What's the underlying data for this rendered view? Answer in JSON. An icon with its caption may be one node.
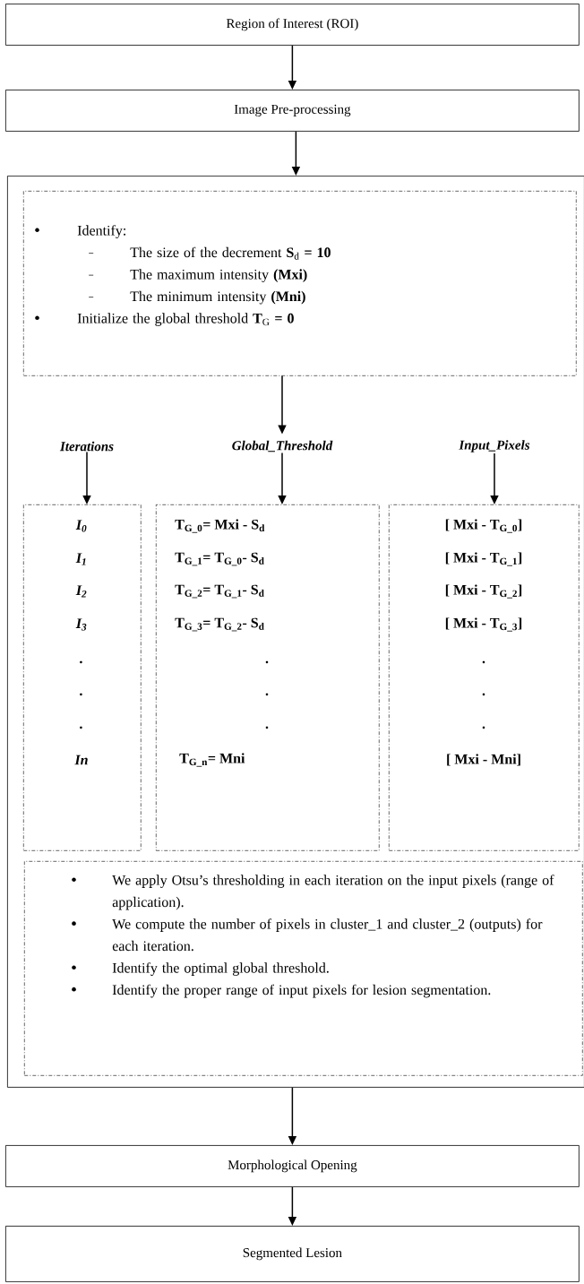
{
  "diagram": {
    "nodes": [
      {
        "text": [
          "Region of Interest (ROI)"
        ]
      },
      {
        "text": [
          "Image Pre-processing"
        ]
      },
      {
        "text": [],
        "shape": "box"
      },
      {
        "text": [
          "Identify:",
          "The size of the decrement **S**$_{d}$ **= 10**",
          "The maximum intensity **(Mxi)**",
          "The minimum intensity **(Mni)**",
          "Initialize the global threshold **T**$_{G}$ **= 0**"
        ],
        "in": 2
      },
      {
        "text": [
          "Iterations"
        ],
        "in": 2
      },
      {
        "text": [
          "Global_Threshold"
        ],
        "in": 2
      },
      {
        "text": [
          "Input_Pixels"
        ],
        "in": 2
      },
      {
        "text": [
          "I$_{0}$",
          "I$_{1}$",
          "I$_{2}$",
          "I$_{3}$",
          ".",
          ".",
          ".",
          "In"
        ],
        "in": 2
      },
      {
        "text": [
          "T$_{G_0}$= Mxi - S$_{d}$",
          "T$_{G_1}$= T$_{G_0}$- S$_{d}$",
          "T$_{G_2}$= T$_{G_1}$- S$_{d}$",
          "T$_{G_3}$= T$_{G_2}$- S$_{d}$",
          ".",
          ".",
          ".",
          "T$_{G_n}$= Mni"
        ],
        "in": 2
      },
      {
        "text": [
          "[ Mxi - T$_{G_0}$]",
          "[ Mxi - T$_{G_1}$]",
          "[ Mxi - T$_{G_2}$]",
          "[ Mxi - T$_{G_3}$]",
          ".",
          ".",
          ".",
          "[ Mxi - Mni]"
        ],
        "in": 2
      },
      {
        "text": [
          "We apply Otsu’s thresholding in each iteration on the input pixels (range of application).",
          "We compute the number of pixels in cluster_1 and cluster_2 (outputs) for each iteration.",
          "Identify the optimal global threshold.",
          "Identify the proper range of input pixels for lesion segmentation."
        ],
        "in": 2
      },
      {
        "text": [
          "Morphological Opening"
        ]
      },
      {
        "text": [
          "Segmented Lesion"
        ]
      }
    ],
    "edges": [
      {
        "from": 0,
        "to": 1,
        "arrow": "to"
      },
      {
        "from": 1,
        "to": 2,
        "arrow": "to"
      },
      {
        "from": 3,
        "to": 5,
        "arrow": "to"
      },
      {
        "from": 4,
        "to": 7,
        "arrow": "to"
      },
      {
        "from": 5,
        "to": 8,
        "arrow": "to"
      },
      {
        "from": 6,
        "to": 9,
        "arrow": "to"
      },
      {
        "from": 2,
        "to": 11,
        "arrow": "to"
      },
      {
        "from": 11,
        "to": 12,
        "arrow": "to"
      }
    ]
  }
}
